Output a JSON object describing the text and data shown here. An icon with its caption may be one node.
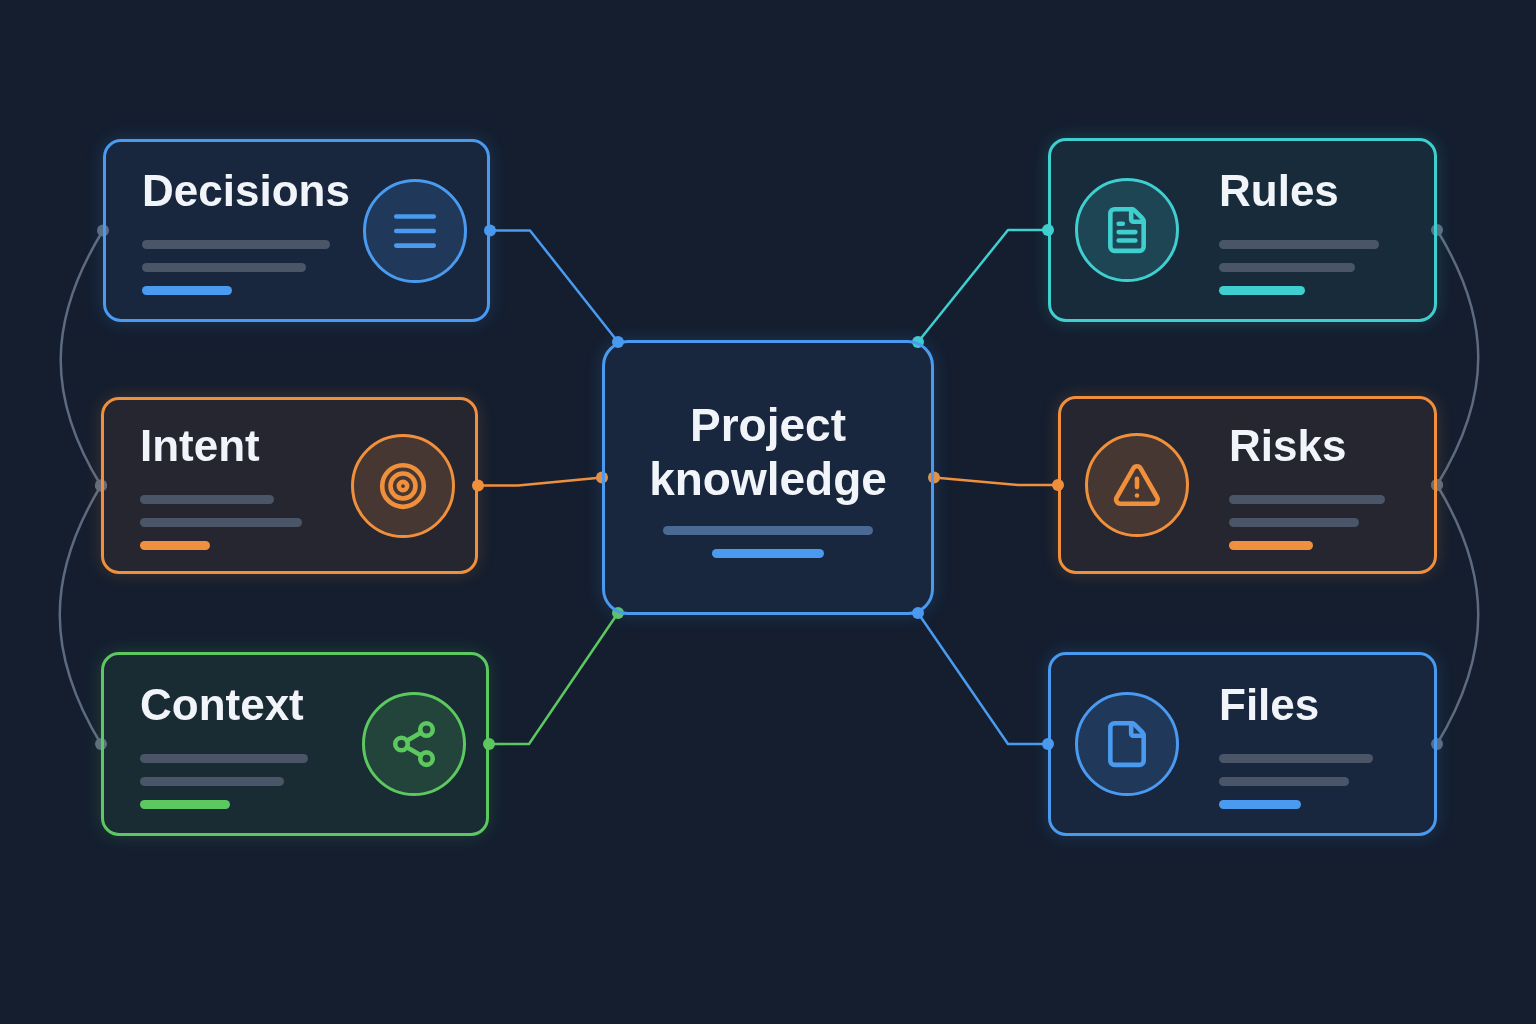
{
  "diagram": {
    "nodes": [
      {
        "text": [
          "Project knowledge"
        ]
      },
      {
        "text": [
          "Decisions"
        ]
      },
      {
        "text": [
          "Intent"
        ]
      },
      {
        "text": [
          "Context"
        ]
      },
      {
        "text": [
          "Rules"
        ]
      },
      {
        "text": [
          "Risks"
        ]
      },
      {
        "text": [
          "Files"
        ]
      }
    ],
    "edges": [
      {
        "from": 0,
        "to": 1,
        "arrow": "other",
        "color": "#4a9af0"
      },
      {
        "from": 0,
        "to": 2,
        "arrow": "other",
        "color": "#f0903c"
      },
      {
        "from": 0,
        "to": 3,
        "arrow": "other",
        "color": "#5cc860"
      },
      {
        "from": 0,
        "to": 4,
        "arrow": "other",
        "color": "#3fcfcf"
      },
      {
        "from": 0,
        "to": 5,
        "arrow": "other",
        "color": "#f0903c"
      },
      {
        "from": 0,
        "to": 6,
        "arrow": "other",
        "color": "#4a9af0"
      },
      {
        "from": 1,
        "to": 2,
        "arrow": "other",
        "color": "#5d6b80"
      },
      {
        "from": 2,
        "to": 3,
        "arrow": "other",
        "color": "#5d6b80"
      },
      {
        "from": 4,
        "to": 5,
        "arrow": "other",
        "color": "#5d6b80"
      },
      {
        "from": 5,
        "to": 6,
        "arrow": "other",
        "color": "#5d6b80"
      }
    ]
  }
}
